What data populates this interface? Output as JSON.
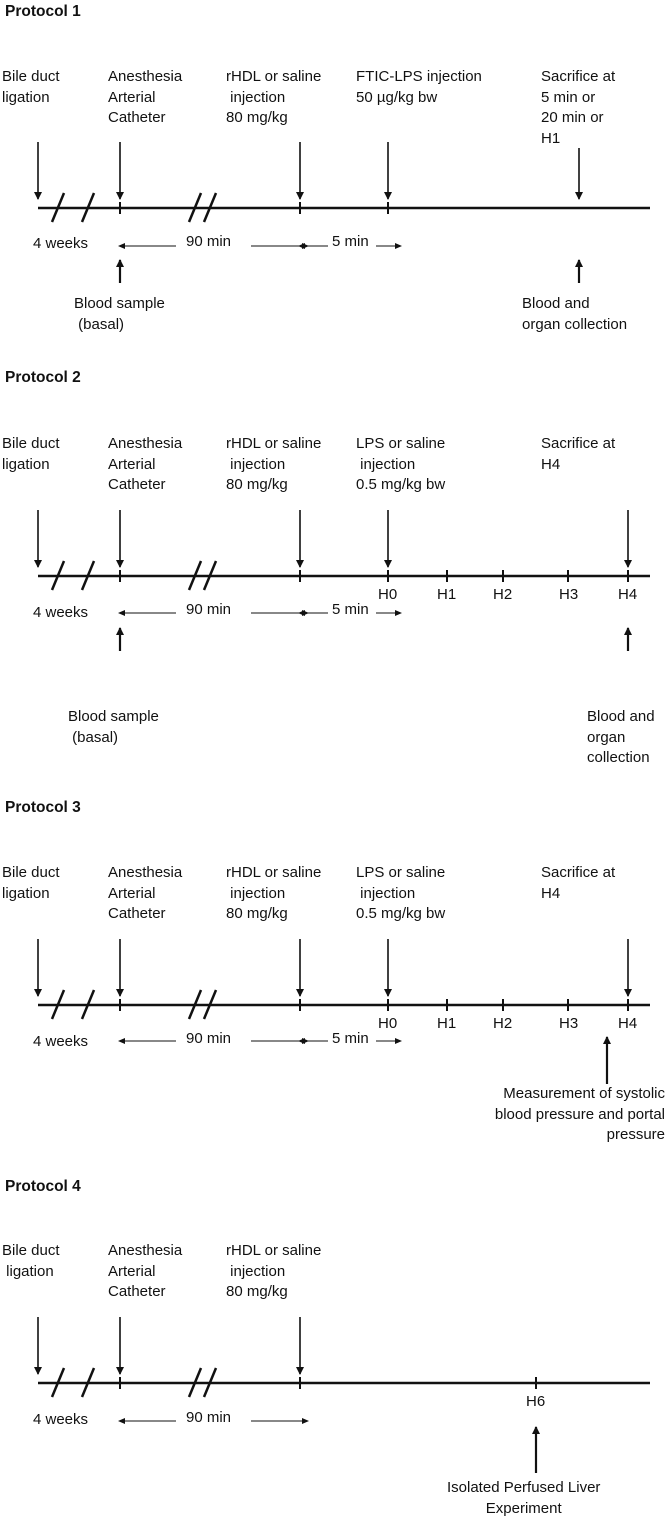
{
  "protocols": [
    {
      "title": "Protocol 1",
      "labels": {
        "bdl": "Bile duct\nligation",
        "anes": "Anesthesia\nArterial\nCatheter",
        "rhdl": "rHDL or saline\n injection\n80 mg/kg",
        "lps": "FTIC-LPS injection\n50 µg/kg bw",
        "sac": "Sacrifice at\n5 min or\n20 min or\nH1",
        "weeks": "4 weeks",
        "min90": "90 min",
        "min5": "5 min",
        "blood_basal": "Blood sample\n (basal)",
        "end": "Blood and\norgan collection"
      }
    },
    {
      "title": "Protocol 2",
      "labels": {
        "bdl": "Bile duct\nligation",
        "anes": "Anesthesia\nArterial\nCatheter",
        "rhdl": "rHDL or saline\n injection\n80 mg/kg",
        "lps": "LPS or saline\n injection\n0.5 mg/kg bw",
        "sac": "Sacrifice at\nH4",
        "weeks": "4 weeks",
        "min90": "90 min",
        "min5": "5 min",
        "blood_basal": "Blood sample\n (basal)",
        "end": "Blood and\norgan\ncollection"
      },
      "ticks": [
        "H0",
        "H1",
        "H2",
        "H3",
        "H4"
      ]
    },
    {
      "title": "Protocol 3",
      "labels": {
        "bdl": "Bile duct\nligation",
        "anes": "Anesthesia\nArterial\nCatheter",
        "rhdl": "rHDL or saline\n injection\n80 mg/kg",
        "lps": "LPS or saline\n injection\n0.5 mg/kg bw",
        "sac": "Sacrifice at\nH4",
        "weeks": "4 weeks",
        "min90": "90 min",
        "min5": "5 min",
        "end": "Measurement of systolic\nblood pressure and portal\npressure"
      },
      "ticks": [
        "H0",
        "H1",
        "H2",
        "H3",
        "H4"
      ]
    },
    {
      "title": "Protocol 4",
      "labels": {
        "bdl": "Bile duct\n ligation",
        "anes": "Anesthesia\nArterial\nCatheter",
        "rhdl": "rHDL or saline\n injection\n80 mg/kg",
        "weeks": "4 weeks",
        "min90": "90 min",
        "end": "Isolated Perfused Liver\nExperiment"
      },
      "ticks": [
        "H6"
      ]
    }
  ],
  "colors": {
    "ink": "#111111",
    "background": "#ffffff"
  }
}
